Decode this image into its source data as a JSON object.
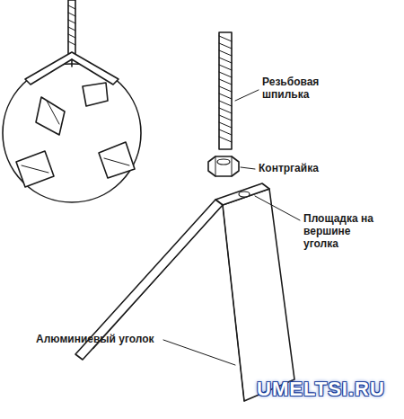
{
  "diagram": {
    "labels": [
      "Резьбовая шпилька",
      "Контргайка",
      "Площадка на вершине уголка",
      "Алюминиевый уголок",
      "UMELTSI.RU"
    ]
  }
}
